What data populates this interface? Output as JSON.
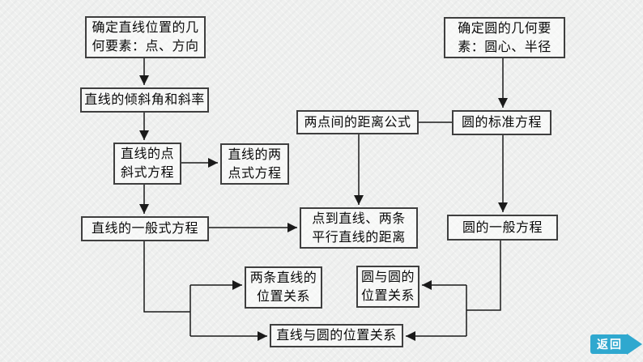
{
  "accent_color": "#2fa8cf",
  "nodes": {
    "line_geometric_elements": "确定直线位置的几\n何要素：点、方向",
    "inclination_and_slope": "直线的倾斜角和斜率",
    "point_slope_form": "直线的点\n斜式方程",
    "two_point_form": "直线的两\n点式方程",
    "general_form_line": "直线的一般式方程",
    "distance_formula": "两点间的距离公式",
    "circle_standard_equation": "圆的标准方程",
    "circle_geometric_elements": "确定圆的几何要\n素：圆心、半径",
    "point_to_line_distance": "点到直线、两条\n平行直线的距离",
    "circle_general_equation": "圆的一般方程",
    "two_lines_position_relation": "两条直线的\n位置关系",
    "circle_circle_position_relation": "圆与圆的\n位置关系",
    "line_circle_position_relation": "直线与圆的位置关系"
  },
  "return_button": {
    "label": "返回"
  }
}
